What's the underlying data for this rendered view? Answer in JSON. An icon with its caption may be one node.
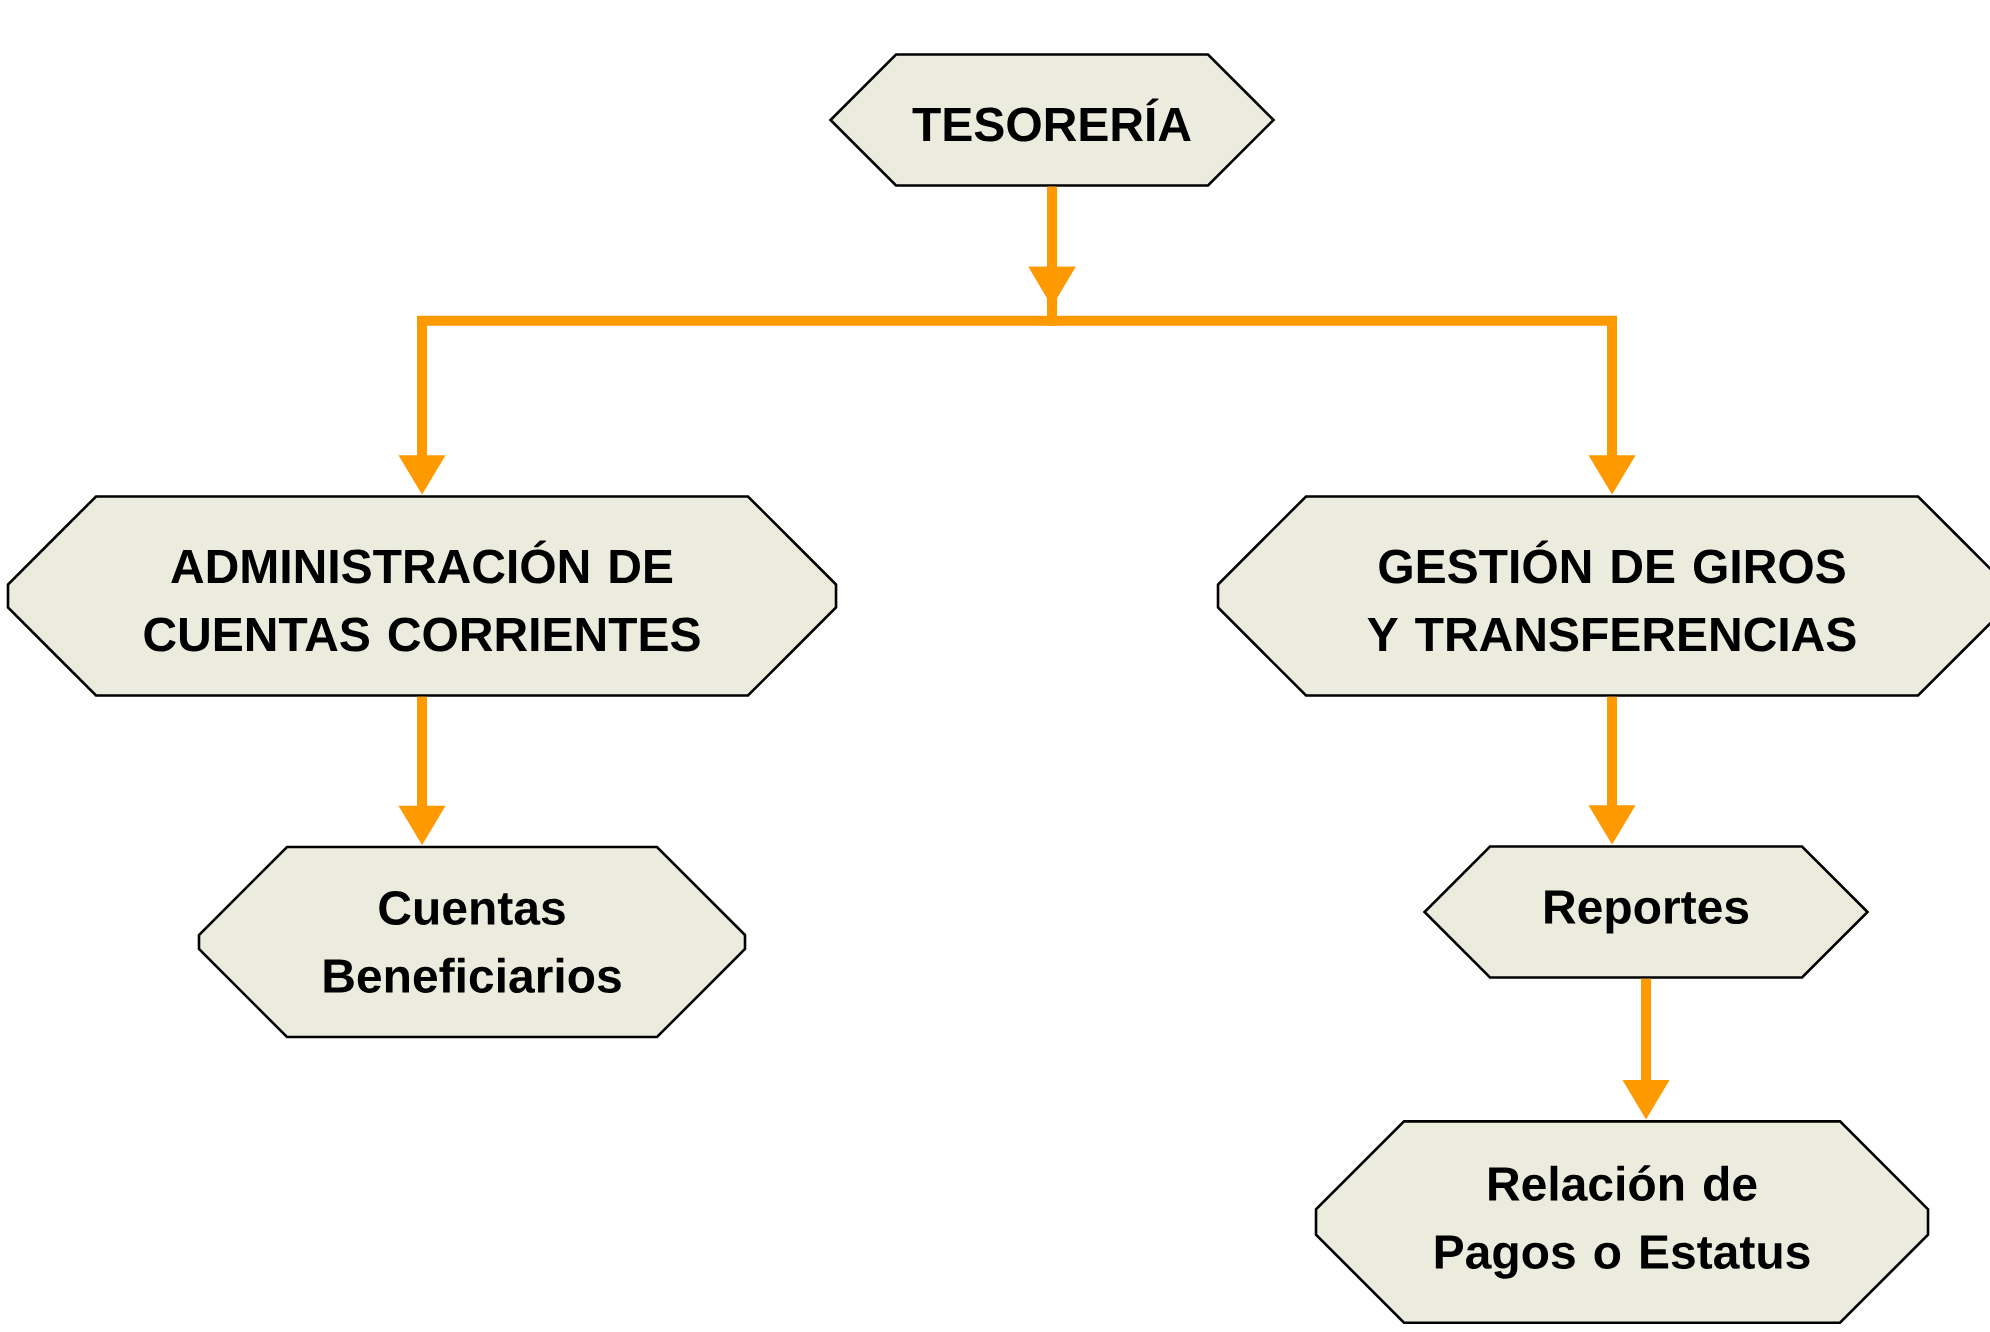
{
  "diagram": {
    "nodes": [
      {
        "text": [
          "TESORERÍA"
        ]
      },
      {
        "text": [
          "ADMINISTRACIÓN DE CUENTAS CORRIENTES"
        ]
      },
      {
        "text": [
          "GESTIÓN DE GIROS Y TRANSFERENCIAS"
        ]
      },
      {
        "text": [
          "Cuentas Beneficiarios"
        ]
      },
      {
        "text": [
          "Reportes"
        ]
      },
      {
        "text": [
          "Relación de Pagos o Estatus"
        ]
      }
    ],
    "edges": [
      {
        "from": 0,
        "to": 1,
        "arrow": "to"
      },
      {
        "from": 0,
        "to": 2,
        "arrow": "to"
      },
      {
        "from": 1,
        "to": 3,
        "arrow": "to"
      },
      {
        "from": 2,
        "to": 4,
        "arrow": "to"
      },
      {
        "from": 4,
        "to": 5,
        "arrow": "to"
      }
    ]
  }
}
